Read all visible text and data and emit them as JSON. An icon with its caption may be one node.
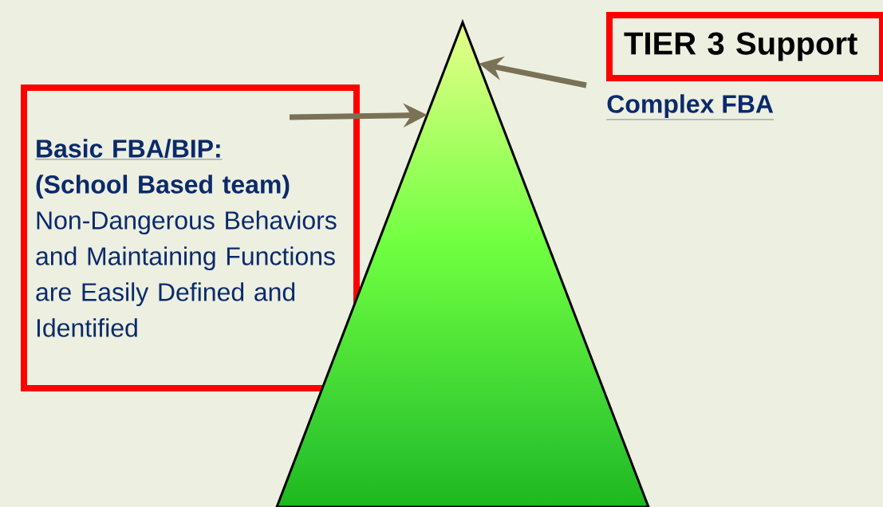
{
  "diagram": {
    "nodes": [
      {
        "text": [
          "Basic FBA/BIP:",
          "(School Based team)",
          "Non-Dangerous Behaviors and Maintaining Functions are Easily Defined and Identified"
        ]
      },
      {
        "text": [],
        "shape": "triangle"
      },
      {
        "text": [
          "TIER 3 Support"
        ]
      },
      {
        "text": [
          "Complex FBA"
        ]
      }
    ],
    "edges": [
      {
        "from": 0,
        "to": 1,
        "arrow": "to"
      },
      {
        "from": 3,
        "to": 1,
        "arrow": "to"
      }
    ]
  }
}
